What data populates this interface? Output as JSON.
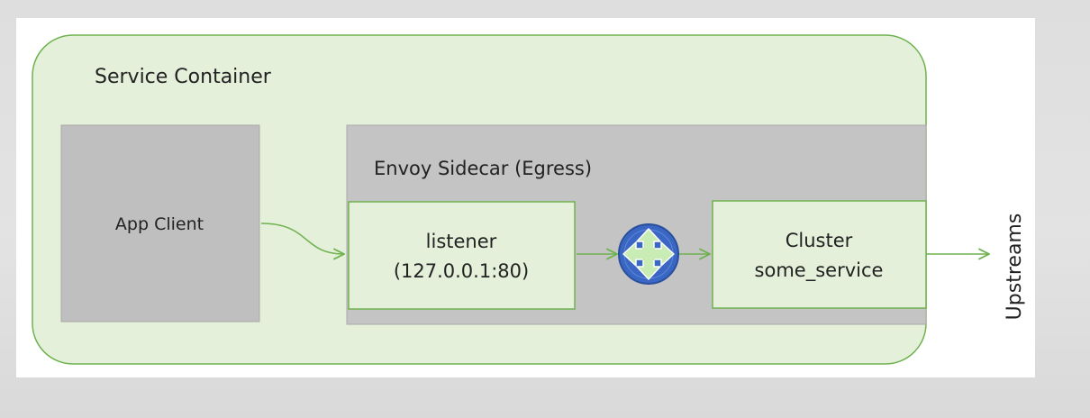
{
  "diagram": {
    "service_container": {
      "label": "Service Container",
      "color": "#e4f0da",
      "border": "#6fb24f"
    },
    "app_client": {
      "label": "App Client",
      "color": "#bfbfbf"
    },
    "envoy_sidecar": {
      "label": "Envoy Sidecar (Egress)",
      "color": "#c4c4c4"
    },
    "listener": {
      "line1": "listener",
      "line2": "(127.0.0.1:80)",
      "color": "#e4f0da"
    },
    "router": {
      "icon": "move-arrows-icon",
      "color": "#3a66c4"
    },
    "cluster": {
      "line1": "Cluster",
      "line2": "some_service",
      "color": "#e4f0da"
    },
    "upstreams": {
      "label": "Upstreams"
    },
    "edge_color": "#6fb24f"
  }
}
